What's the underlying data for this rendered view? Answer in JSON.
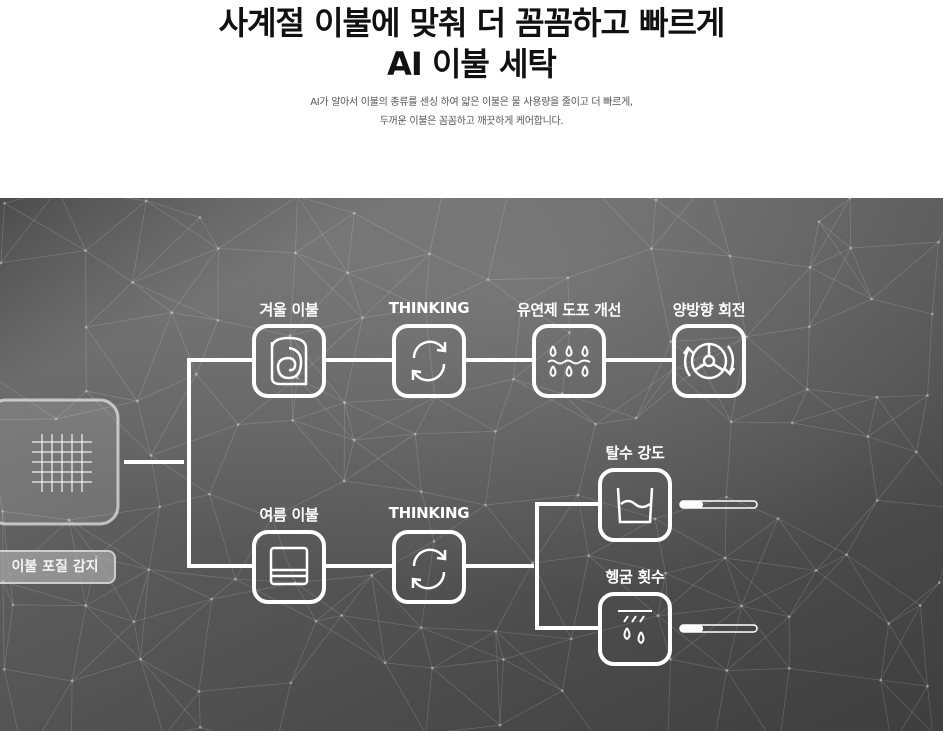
{
  "header": {
    "headline_line1": "사계절 이불에 맞춰 더 꼼꼼하고 빠르게",
    "headline_line2": "AI 이불 세탁",
    "sub_line1": "AI가 알아서 이불의 종류를 센싱 하여 얇은 이불은 물 사용량을 줄이고 더 빠르게,",
    "sub_line2": "두꺼운 이불은 꼼꼼하고 깨끗하게 케어합니다."
  },
  "diagram": {
    "sensor": {
      "label": "이불 포질 감지",
      "icon": "fabric-weave-icon"
    },
    "winter_row": [
      {
        "label": "겨울 이불",
        "icon": "rolled-blanket-icon"
      },
      {
        "label": "THINKING",
        "icon": "refresh-cycle-icon"
      },
      {
        "label": "유연제 도포 개선",
        "icon": "softener-drops-icon"
      },
      {
        "label": "양방향 회전",
        "icon": "drum-rotation-icon"
      }
    ],
    "summer_row": [
      {
        "label": "여름 이불",
        "icon": "folded-blanket-icon"
      },
      {
        "label": "THINKING",
        "icon": "refresh-cycle-icon"
      }
    ],
    "outputs": [
      {
        "label": "탈수 강도",
        "icon": "spin-basin-icon",
        "level": 0.3
      },
      {
        "label": "헹굼 횟수",
        "icon": "rinse-drops-icon",
        "level": 0.3
      }
    ]
  },
  "colors": {
    "panel": "#555555",
    "line": "#ffffff",
    "headline": "#111111"
  }
}
